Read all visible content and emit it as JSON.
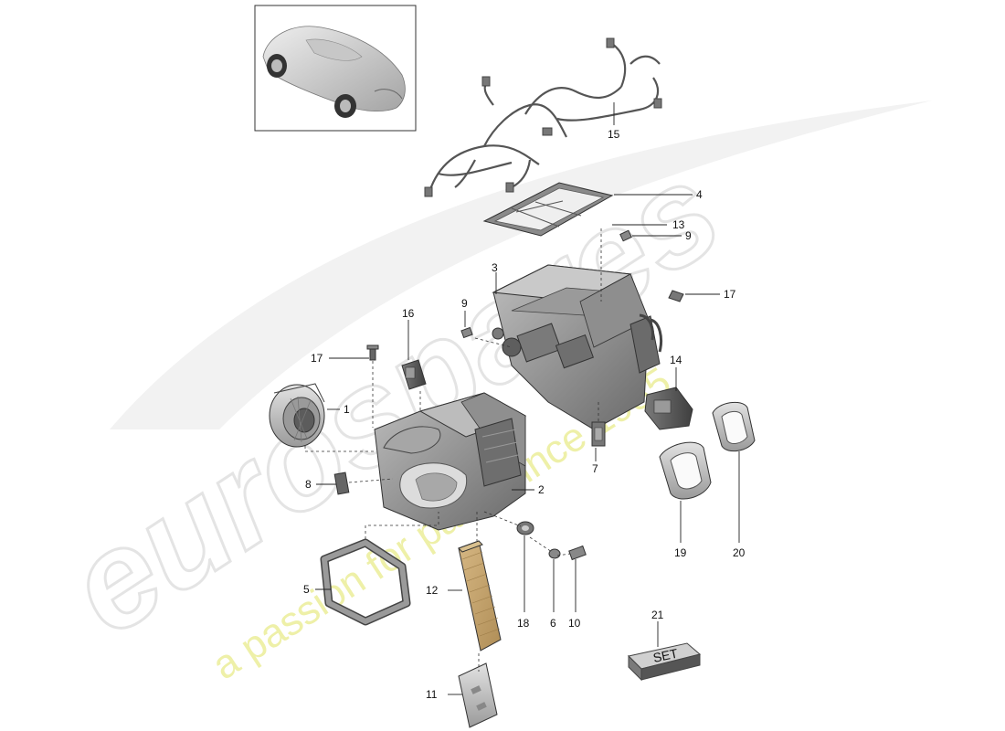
{
  "watermark": {
    "brand": "eurospares",
    "tagline": "a passion for parts since 1985",
    "brand_color": "#e9e9e9",
    "tagline_color": "#f1f1a8"
  },
  "thumbnail": {
    "icon": "car-icon"
  },
  "set_box_label": "SET",
  "callouts": {
    "c1": "1",
    "c2": "2",
    "c3": "3",
    "c4": "4",
    "c5": "5",
    "c6": "6",
    "c7": "7",
    "c8": "8",
    "c9a": "9",
    "c9b": "9",
    "c10": "10",
    "c11": "11",
    "c12": "12",
    "c13": "13",
    "c14": "14",
    "c15": "15",
    "c16": "16",
    "c17a": "17",
    "c17b": "17",
    "c18": "18",
    "c19": "19",
    "c20": "20",
    "c21": "21"
  }
}
